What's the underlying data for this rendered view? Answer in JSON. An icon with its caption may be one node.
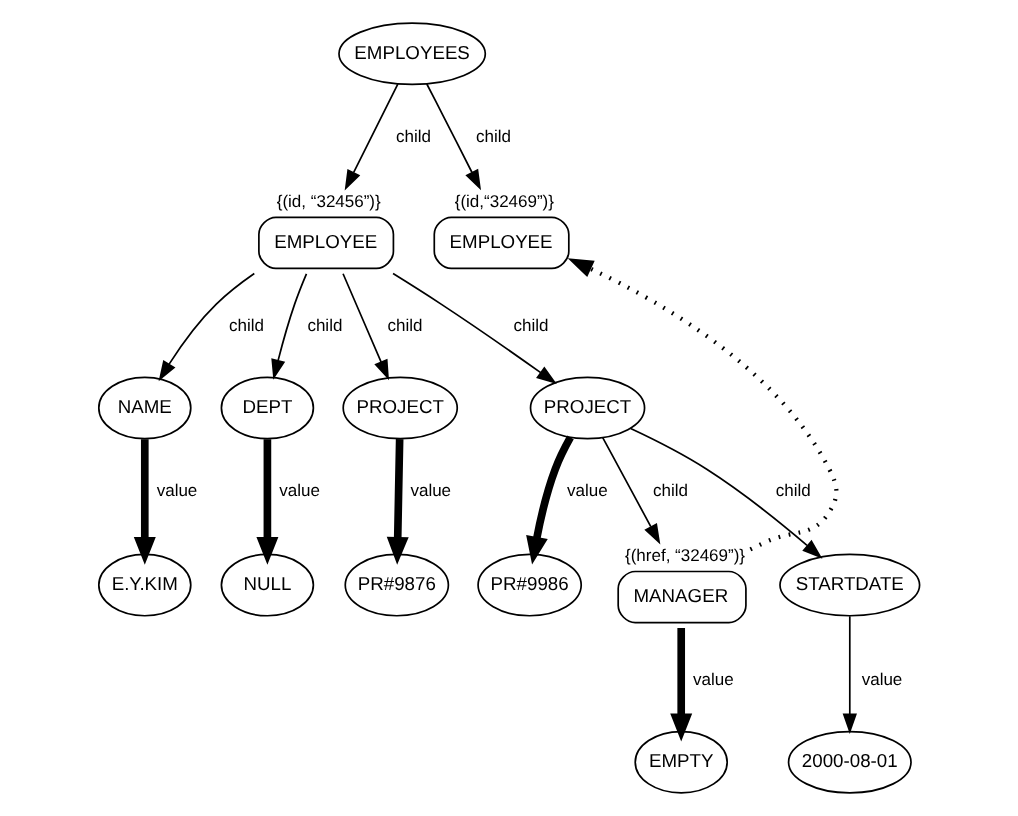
{
  "diagram": {
    "nodes": [
      {
        "text": [
          "EMPLOYEES"
        ]
      },
      {
        "text": [
          "EMPLOYEE"
        ],
        "beside": [
          "{(id, “32456”)}"
        ]
      },
      {
        "text": [
          "EMPLOYEE"
        ],
        "beside": [
          "{(id,“32469”)}"
        ]
      },
      {
        "text": [
          "NAME"
        ]
      },
      {
        "text": [
          "DEPT"
        ]
      },
      {
        "text": [
          "PROJECT"
        ]
      },
      {
        "text": [
          "PROJECT"
        ]
      },
      {
        "text": [
          "E.Y.KIM"
        ]
      },
      {
        "text": [
          "NULL"
        ]
      },
      {
        "text": [
          "PR#9876"
        ]
      },
      {
        "text": [
          "PR#9986"
        ]
      },
      {
        "text": [
          "MANAGER"
        ],
        "beside": [
          "{(href, “32469”)}"
        ]
      },
      {
        "text": [
          "STARTDATE"
        ]
      },
      {
        "text": [
          "EMPTY"
        ]
      },
      {
        "text": [
          "2000-08-01"
        ]
      }
    ],
    "edges": [
      {
        "from": 0,
        "to": 1,
        "arrow": "to",
        "label": "child"
      },
      {
        "from": 0,
        "to": 2,
        "arrow": "to",
        "label": "child"
      },
      {
        "from": 1,
        "to": 3,
        "arrow": "to",
        "label": "child"
      },
      {
        "from": 1,
        "to": 4,
        "arrow": "to",
        "label": "child"
      },
      {
        "from": 1,
        "to": 5,
        "arrow": "to",
        "label": "child"
      },
      {
        "from": 1,
        "to": 6,
        "arrow": "to",
        "label": "child"
      },
      {
        "from": 3,
        "to": 7,
        "arrow": "to",
        "label": "value",
        "style": "thick"
      },
      {
        "from": 4,
        "to": 8,
        "arrow": "to",
        "label": "value",
        "style": "thick"
      },
      {
        "from": 5,
        "to": 9,
        "arrow": "to",
        "label": "value",
        "style": "thick"
      },
      {
        "from": 6,
        "to": 10,
        "arrow": "to",
        "label": "value",
        "style": "thick"
      },
      {
        "from": 6,
        "to": 11,
        "arrow": "to",
        "label": "child"
      },
      {
        "from": 6,
        "to": 12,
        "arrow": "to",
        "label": "child"
      },
      {
        "from": 11,
        "to": 2,
        "arrow": "to",
        "style": "dashed"
      },
      {
        "from": 11,
        "to": 13,
        "arrow": "to",
        "label": "value",
        "style": "thick"
      },
      {
        "from": 12,
        "to": 14,
        "arrow": "to",
        "label": "value"
      }
    ]
  }
}
